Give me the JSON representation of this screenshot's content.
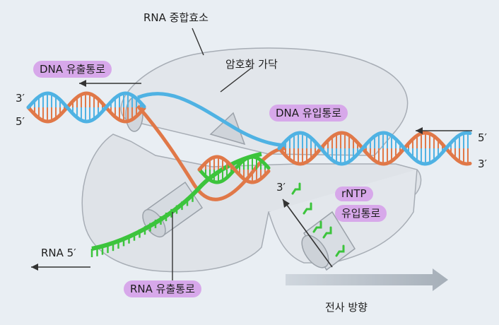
{
  "labels": {
    "polymerase": "RNA 중합효소",
    "dna_exit": "DNA 유출통로",
    "clamp": "암호화 가닥",
    "dna_entry": "DNA 유입통로",
    "rntp_line1": "rNTP",
    "rntp_line2": "유입통로",
    "rna_exit": "RNA 유출통로",
    "rna_5": "RNA 5′",
    "direction": "전사 방향",
    "left_3": "3′",
    "left_5": "5′",
    "right_5": "5′",
    "right_3": "3′",
    "inner_3": "3′"
  },
  "colors": {
    "background": "#e9eef3",
    "enzyme_fill": "#e1e5ea",
    "enzyme_stroke": "#a7adb5",
    "dna_template": "#e07848",
    "dna_coding": "#4fb2e3",
    "rna": "#3cc43c",
    "pill": "#d7a8ea"
  }
}
